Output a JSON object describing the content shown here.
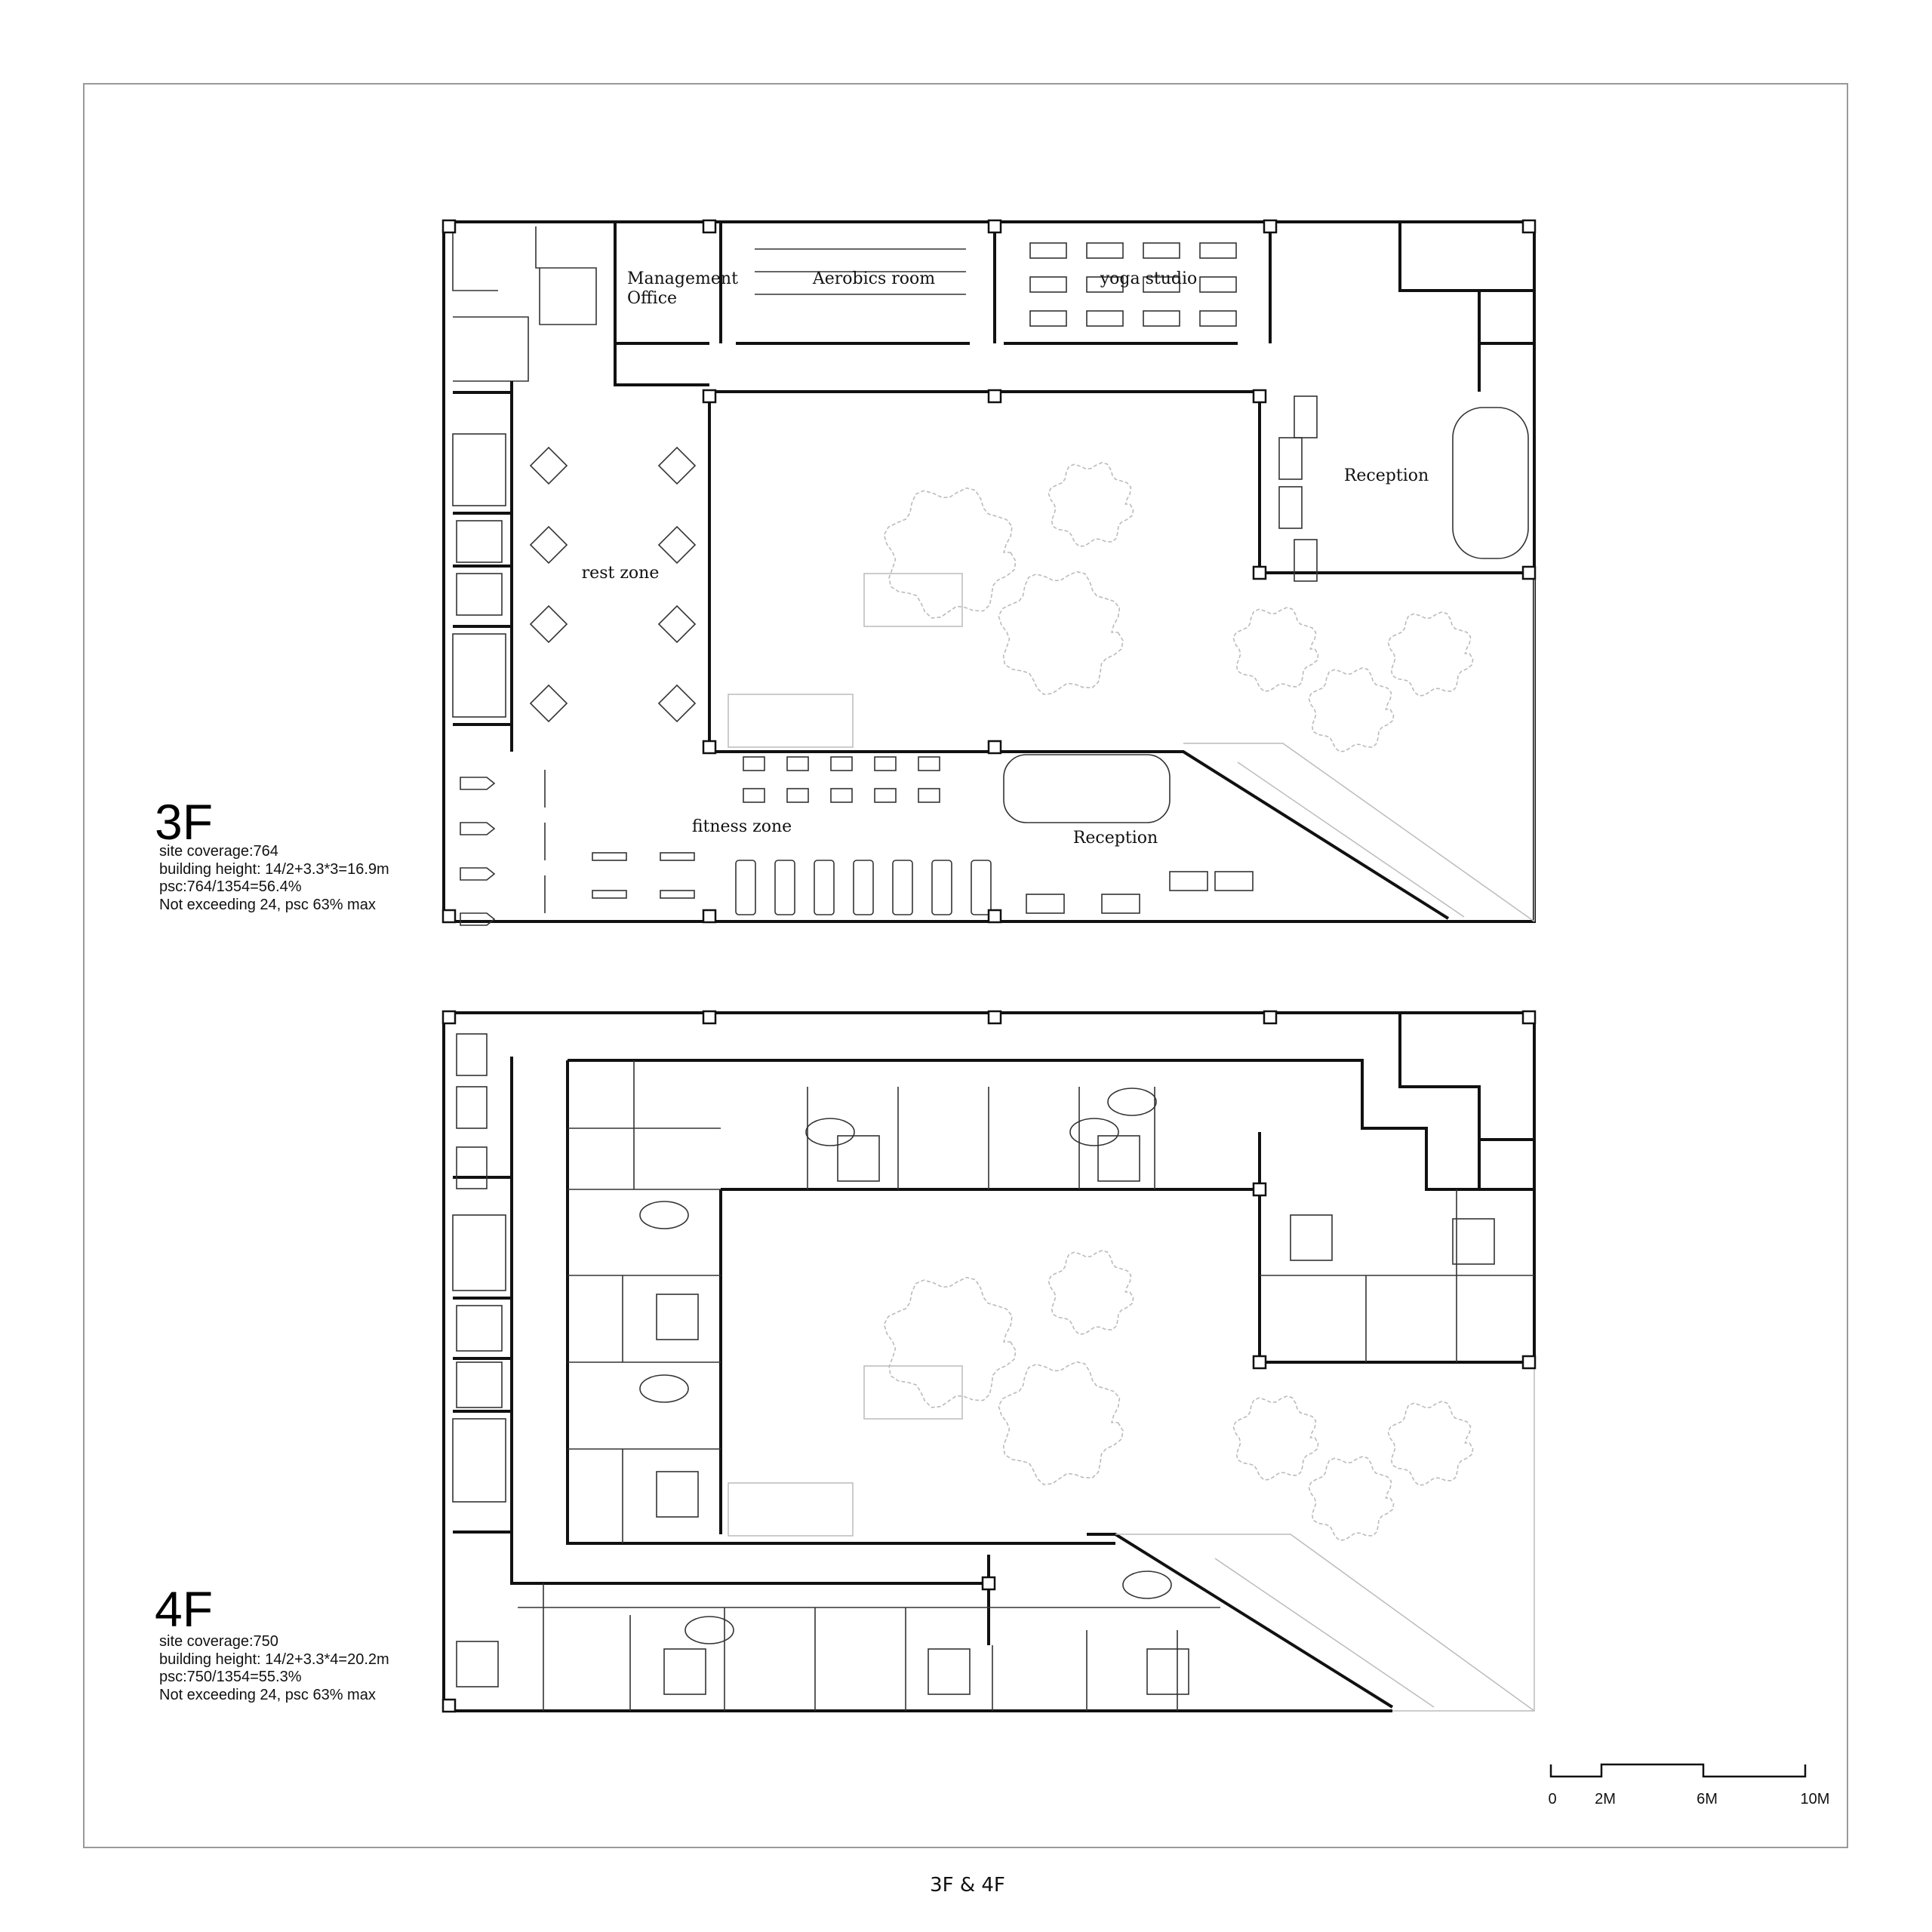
{
  "sheet_title": "3F & 4F",
  "floors": [
    {
      "title": "3F",
      "info": [
        "site coverage:764",
        "building height: 14/2+3.3*3=16.9m",
        "psc:764/1354=56.4%",
        "Not exceeding 24, psc 63% max"
      ],
      "rooms": {
        "management_1": "Management",
        "management_2": "Office",
        "aerobics": "Aerobics room",
        "yoga": "yoga studio",
        "reception_upper": "Reception",
        "rest_zone": "rest zone",
        "fitness_zone": "fitness zone",
        "reception_lower": "Reception"
      }
    },
    {
      "title": "4F",
      "info": [
        "site coverage:750",
        "building height: 14/2+3.3*4=20.2m",
        "psc:750/1354=55.3%",
        "Not exceeding 24, psc 63% max"
      ]
    }
  ],
  "scale_bar": {
    "labels": [
      "0",
      "2M",
      "6M",
      "10M"
    ]
  }
}
